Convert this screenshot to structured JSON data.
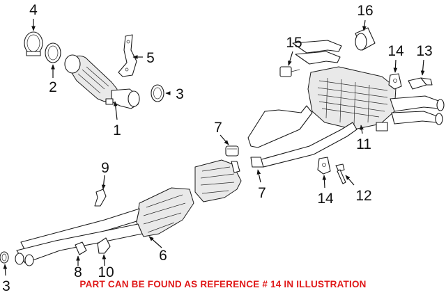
{
  "callouts": {
    "c1": "1",
    "c2": "2",
    "c3a": "3",
    "c3b": "3",
    "c4": "4",
    "c5": "5",
    "c6": "6",
    "c7a": "7",
    "c7b": "7",
    "c8": "8",
    "c9": "9",
    "c10": "10",
    "c11": "11",
    "c12": "12",
    "c13": "13",
    "c14a": "14",
    "c14b": "14",
    "c15": "15",
    "c16": "16"
  },
  "note": "PART CAN BE FOUND AS REFERENCE # 14 IN ILLUSTRATION",
  "colors": {
    "note": "#e01919",
    "lines": "#1a1a1a"
  }
}
